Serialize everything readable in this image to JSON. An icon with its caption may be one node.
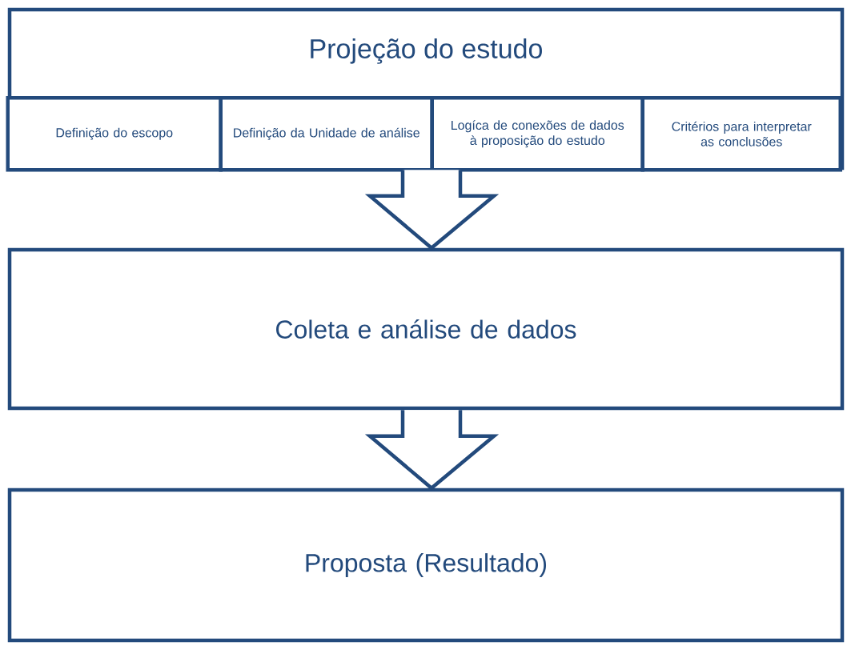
{
  "diagram": {
    "nodes": [
      {
        "text": [
          "Projeção do estudo"
        ]
      },
      {
        "text": [
          "Definição do escopo"
        ],
        "in": 0
      },
      {
        "text": [
          "Definição da Unidade de análise"
        ],
        "in": 0
      },
      {
        "text": [
          "Logíca de conexões de dados à proposição do estudo"
        ],
        "in": 0
      },
      {
        "text": [
          "Critérios para interpretar as conclusões"
        ],
        "in": 0
      },
      {
        "text": [
          "Coleta e análise de dados"
        ]
      },
      {
        "text": [
          "Proposta (Resultado)"
        ]
      }
    ],
    "edges": [
      {
        "from": 0,
        "to": 5,
        "arrow": "to"
      },
      {
        "from": 5,
        "to": 6,
        "arrow": "to"
      }
    ]
  }
}
